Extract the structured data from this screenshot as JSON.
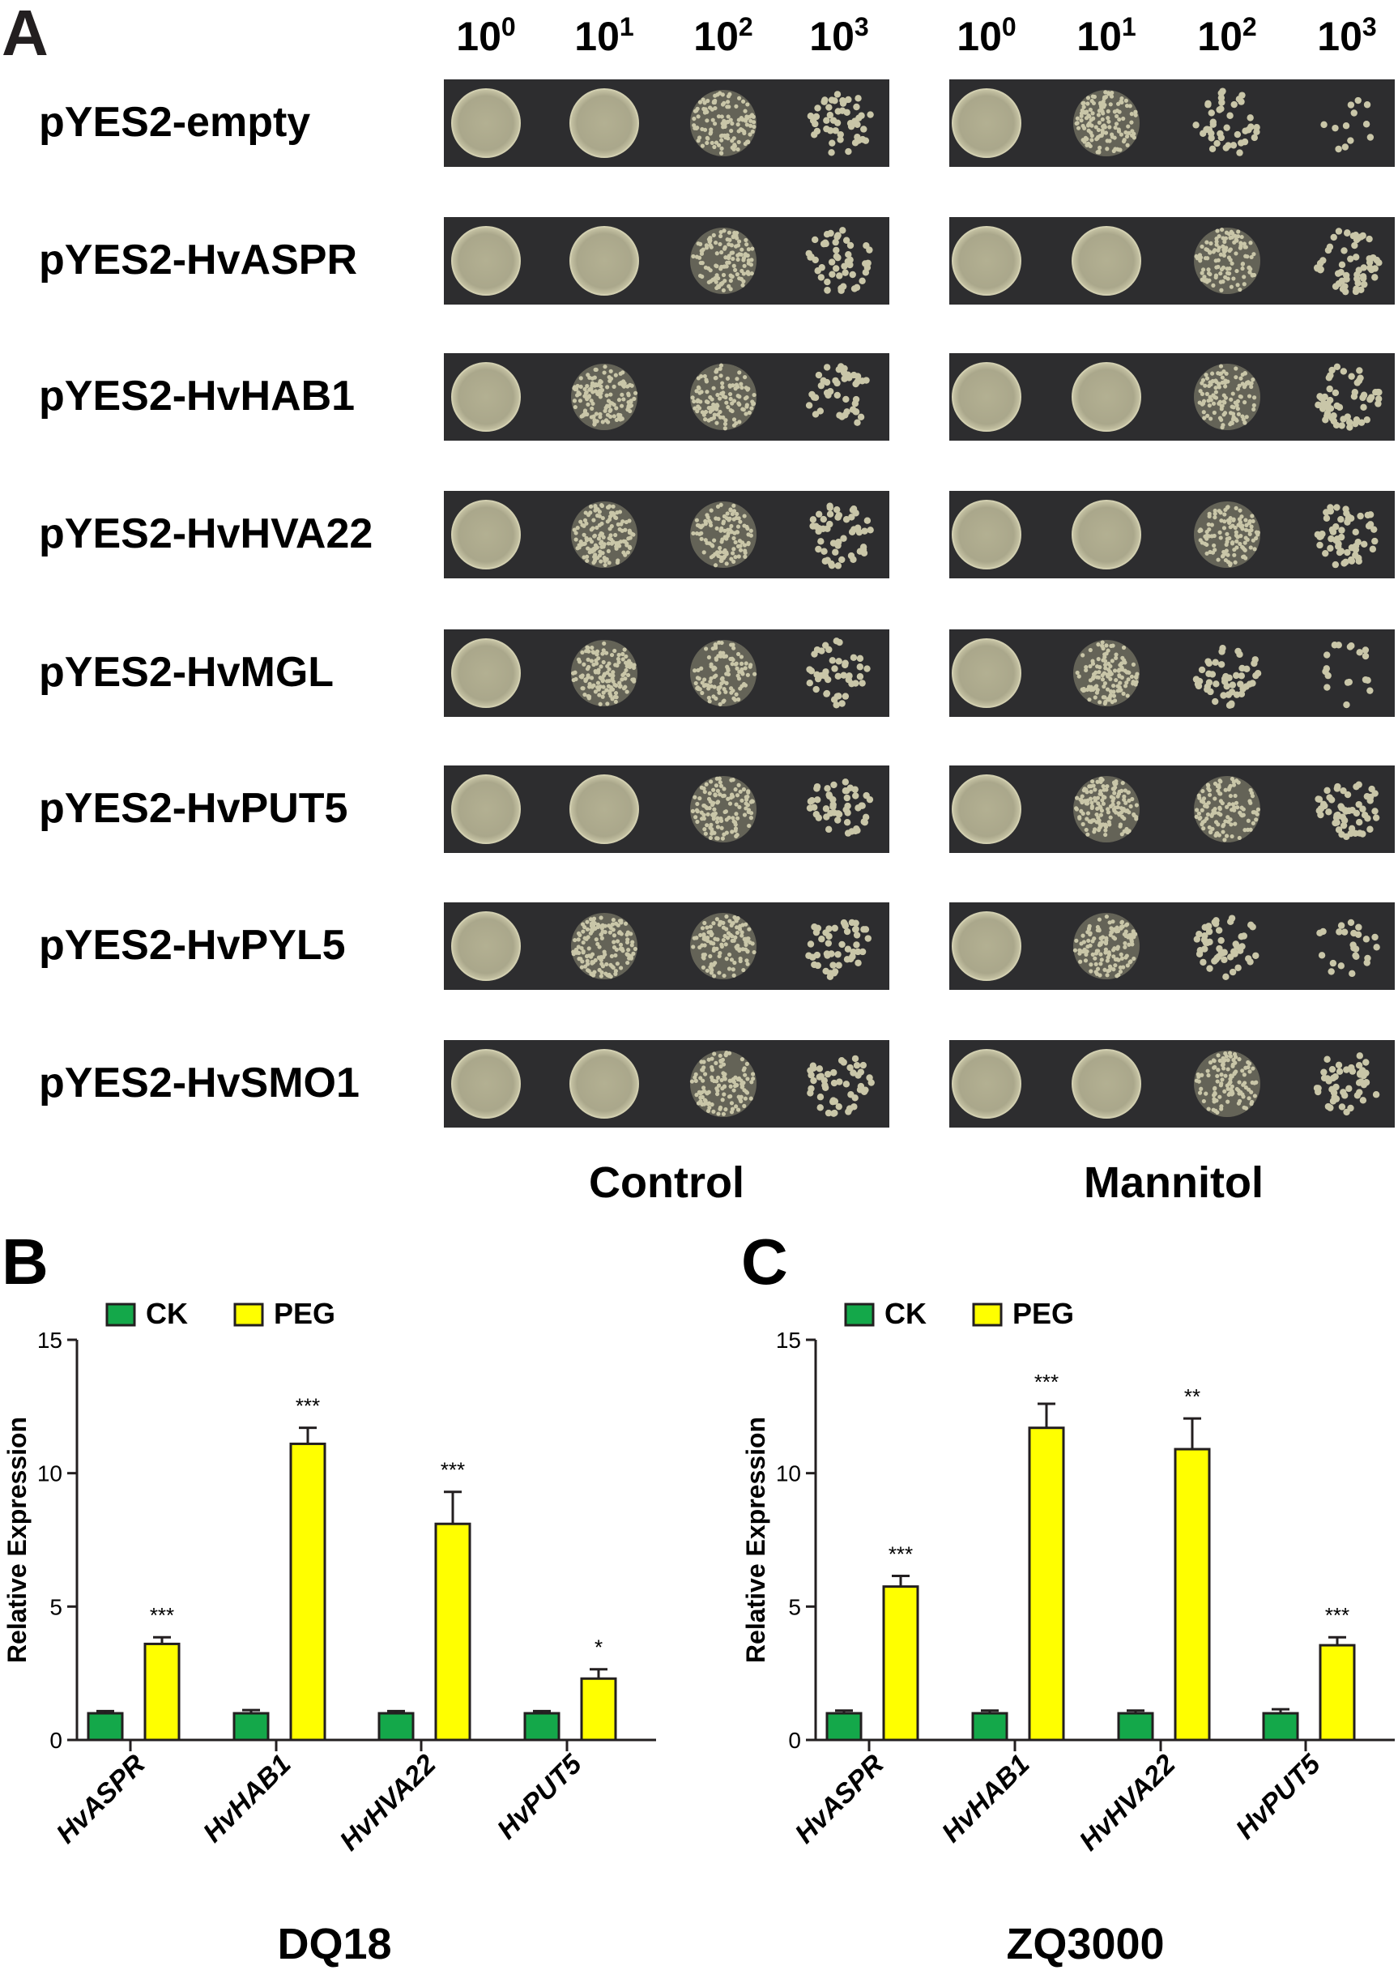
{
  "panel_a": {
    "letter": "A",
    "dilutions": [
      {
        "base": "10",
        "exp": "0"
      },
      {
        "base": "10",
        "exp": "1"
      },
      {
        "base": "10",
        "exp": "2"
      },
      {
        "base": "10",
        "exp": "3"
      }
    ],
    "rows": [
      {
        "label": "pYES2-empty",
        "control": [
          1.0,
          0.95,
          0.75,
          0.4
        ],
        "mannitol": [
          1.0,
          0.85,
          0.35,
          0.1
        ]
      },
      {
        "label": "pYES2-HvASPR",
        "control": [
          1.0,
          1.0,
          0.75,
          0.4
        ],
        "mannitol": [
          1.0,
          0.95,
          0.7,
          0.45
        ]
      },
      {
        "label": "pYES2-HvHAB1",
        "control": [
          1.0,
          0.85,
          0.7,
          0.35
        ],
        "mannitol": [
          1.0,
          0.95,
          0.7,
          0.45
        ]
      },
      {
        "label": "pYES2-HvHVA22",
        "control": [
          1.0,
          0.9,
          0.7,
          0.4
        ],
        "mannitol": [
          1.0,
          1.0,
          0.7,
          0.45
        ]
      },
      {
        "label": "pYES2-HvMGL",
        "control": [
          1.0,
          0.85,
          0.65,
          0.35
        ],
        "mannitol": [
          1.0,
          0.8,
          0.4,
          0.15
        ]
      },
      {
        "label": "pYES2-HvPUT5",
        "control": [
          1.0,
          0.95,
          0.75,
          0.4
        ],
        "mannitol": [
          1.0,
          0.9,
          0.7,
          0.45
        ]
      },
      {
        "label": "pYES2-HvPYL5",
        "control": [
          1.0,
          0.9,
          0.75,
          0.4
        ],
        "mannitol": [
          1.0,
          0.85,
          0.4,
          0.2
        ]
      },
      {
        "label": "pYES2-HvSMO1",
        "control": [
          1.0,
          0.95,
          0.75,
          0.4
        ],
        "mannitol": [
          1.0,
          0.95,
          0.7,
          0.4
        ]
      }
    ],
    "conditions": [
      "Control",
      "Mannitol"
    ]
  },
  "colors": {
    "ck": "#14a84a",
    "peg": "#ffff00",
    "axis": "#231f20",
    "plate": "#2d2d2f",
    "colony": "#c9c6a8"
  },
  "chart_data": [
    {
      "type": "bar",
      "panel": "B",
      "title": "DQ18",
      "ylabel": "Relative Expression",
      "xlabel": "",
      "ylim": [
        0,
        15
      ],
      "yticks": [
        0,
        5,
        10,
        15
      ],
      "categories": [
        "HvASPR",
        "HvHAB1",
        "HvHVA22",
        "HvPUT5"
      ],
      "legend": "top-left",
      "series": [
        {
          "name": "CK",
          "values": [
            1.0,
            1.0,
            1.0,
            1.0
          ],
          "errors": [
            0.08,
            0.12,
            0.08,
            0.08
          ]
        },
        {
          "name": "PEG",
          "values": [
            3.6,
            11.1,
            8.1,
            2.3
          ],
          "errors": [
            0.25,
            0.6,
            1.2,
            0.35
          ]
        }
      ],
      "significance": [
        "***",
        "***",
        "***",
        "*"
      ]
    },
    {
      "type": "bar",
      "panel": "C",
      "title": "ZQ3000",
      "ylabel": "Relative Expression",
      "xlabel": "",
      "ylim": [
        0,
        15
      ],
      "yticks": [
        0,
        5,
        10,
        15
      ],
      "categories": [
        "HvASPR",
        "HvHAB1",
        "HvHVA22",
        "HvPUT5"
      ],
      "legend": "top-left",
      "series": [
        {
          "name": "CK",
          "values": [
            1.0,
            1.0,
            1.0,
            1.0
          ],
          "errors": [
            0.1,
            0.1,
            0.1,
            0.15
          ]
        },
        {
          "name": "PEG",
          "values": [
            5.75,
            11.7,
            10.9,
            3.55
          ],
          "errors": [
            0.4,
            0.9,
            1.15,
            0.3
          ]
        }
      ],
      "significance": [
        "***",
        "***",
        "**",
        "***"
      ]
    }
  ]
}
